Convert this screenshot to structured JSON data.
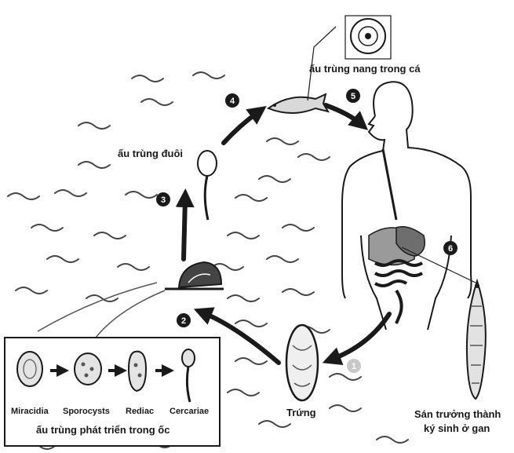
{
  "labels": {
    "encysted_fish": "ấu trùng nang trong cá",
    "tailed_larva": "ấu trùng đuôi",
    "egg": "Trứng",
    "adult_line1": "Sán trưởng thành",
    "adult_line2": "ký sinh ở gan"
  },
  "steps": [
    "1",
    "2",
    "3",
    "4",
    "5",
    "6"
  ],
  "inset": {
    "stages": [
      "Miracidia",
      "Sporocysts",
      "Rediac",
      "Cercariae"
    ],
    "caption": "ấu trùng phát triển trong ốc"
  },
  "colors": {
    "ink": "#1a1a1a",
    "step_badge": "#1a1a1a",
    "step_badge_faded": "#c8c8c8",
    "organ_fill": "#9a9a9a",
    "water": "#444444"
  }
}
